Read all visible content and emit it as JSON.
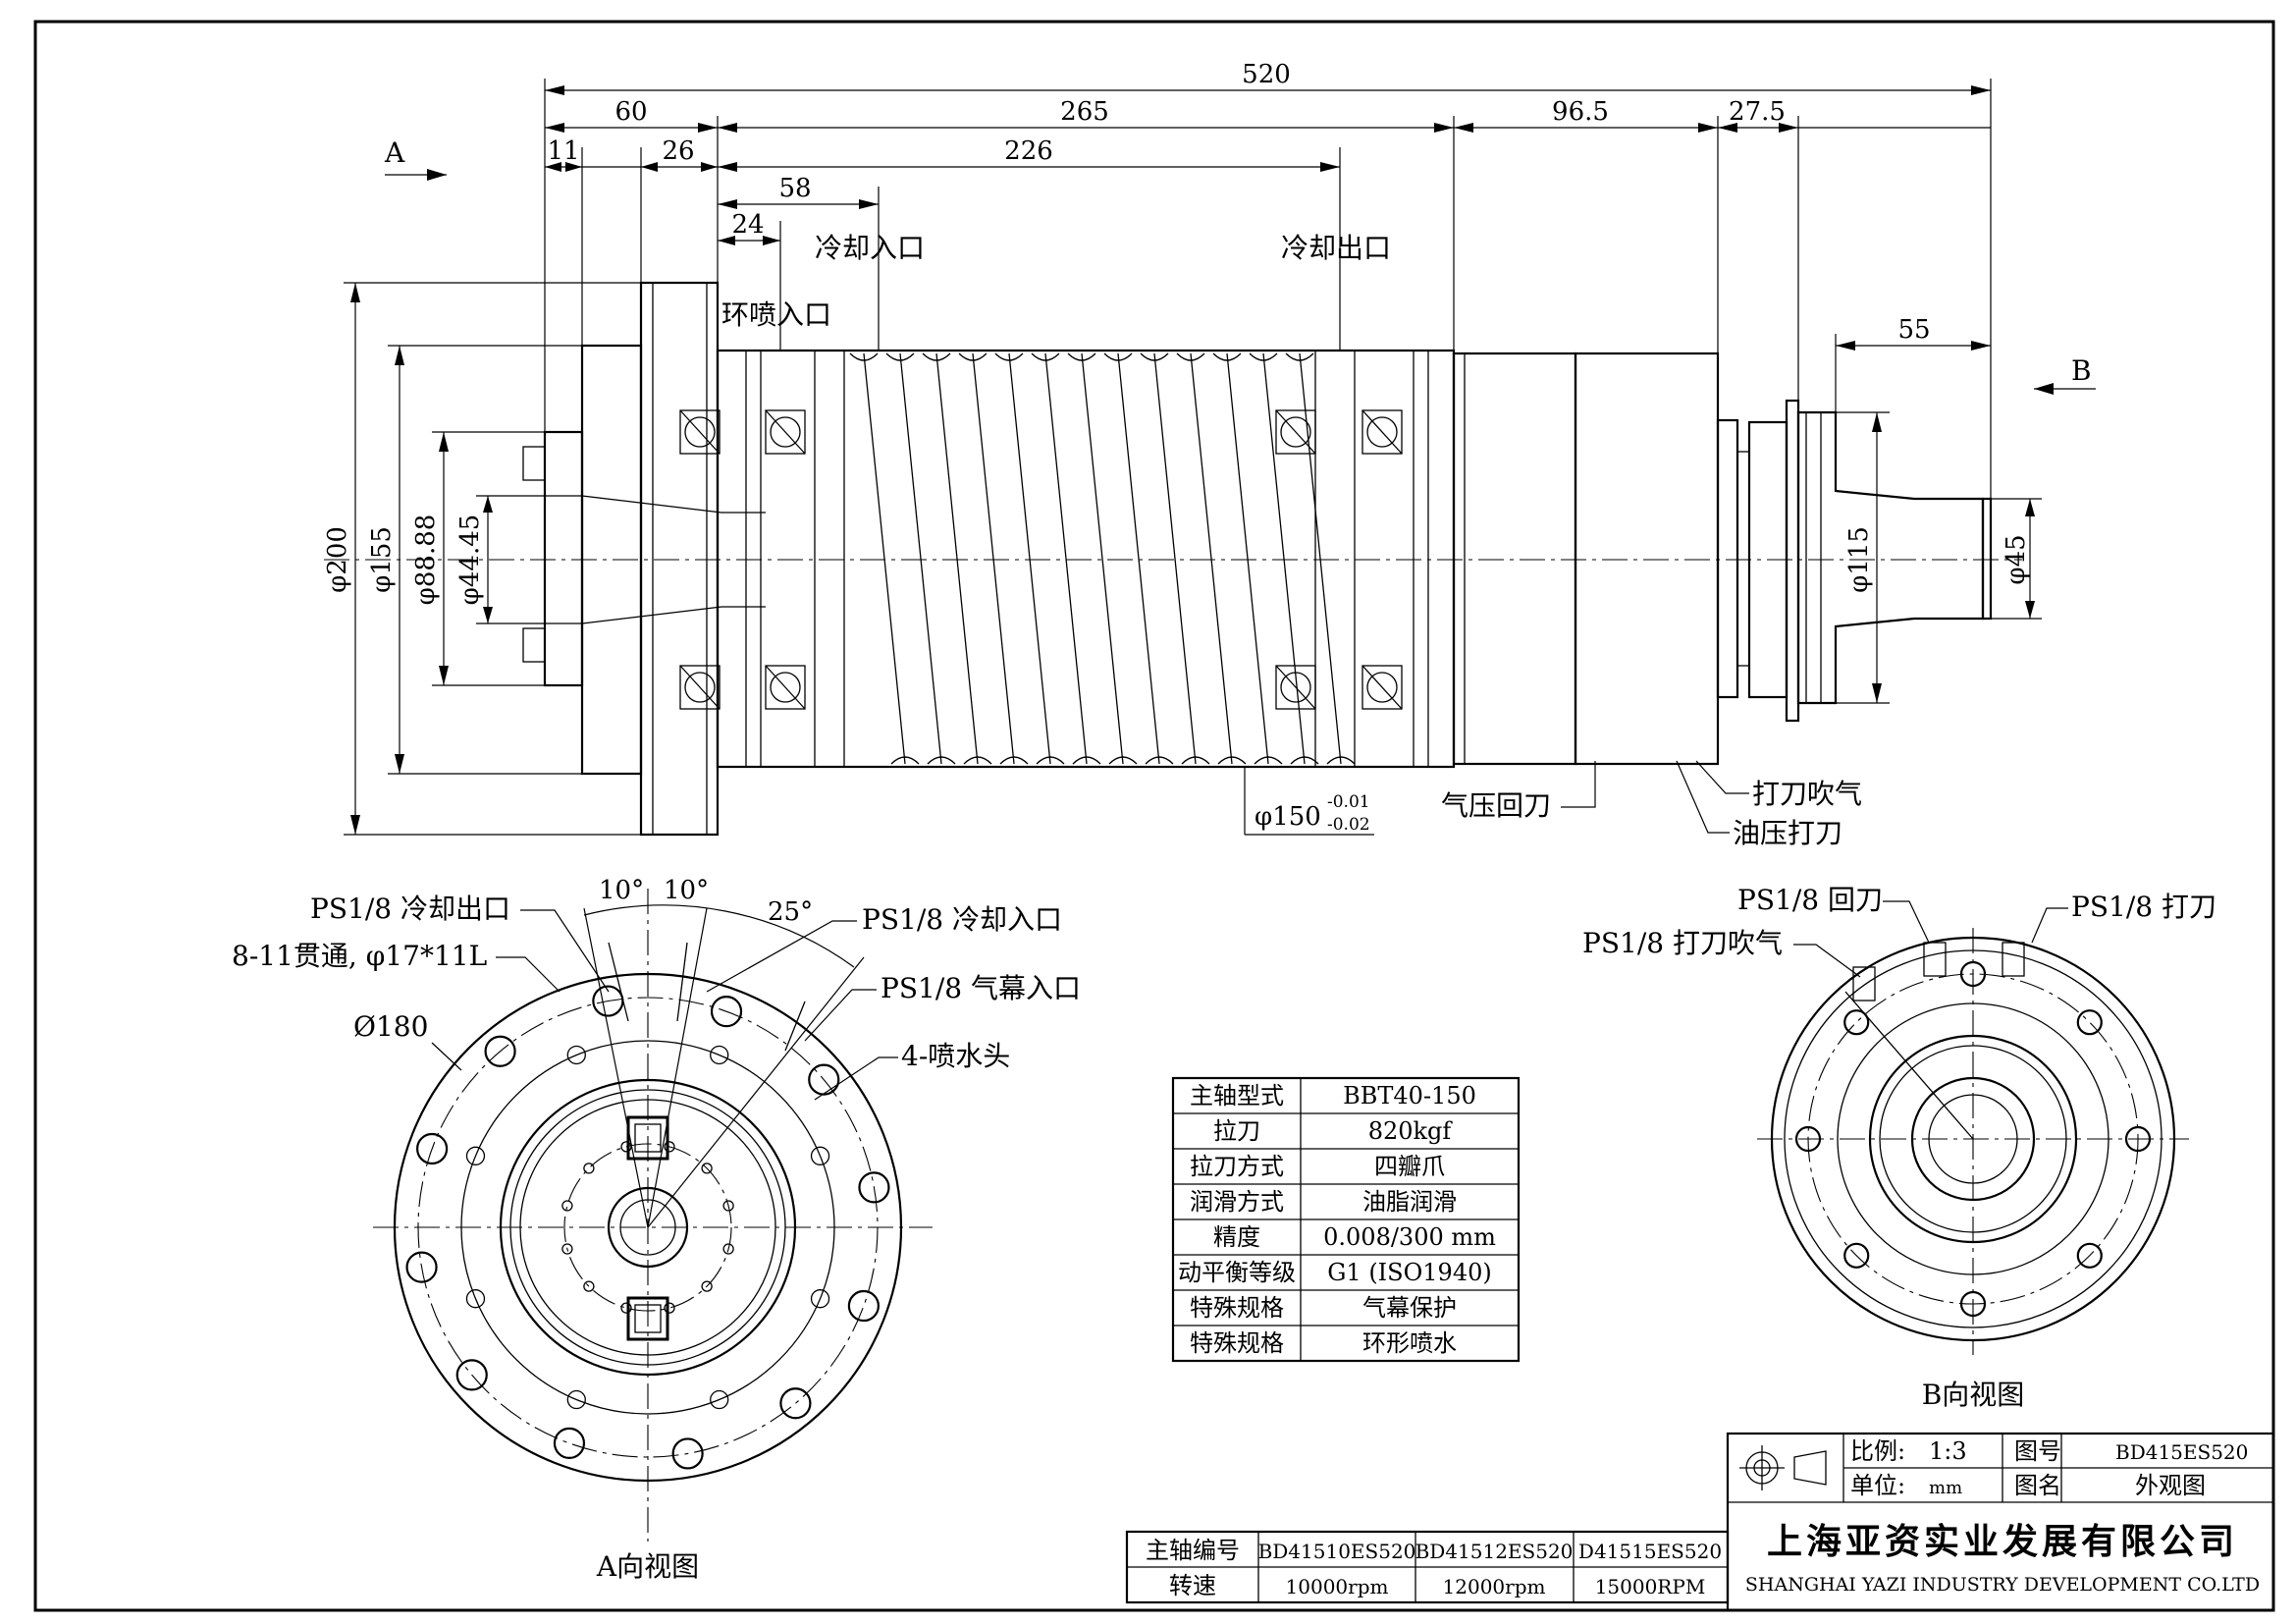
{
  "dims": {
    "overall": "520",
    "d60": "60",
    "d265": "265",
    "d96_5": "96.5",
    "d27_5": "27.5",
    "d11": "11",
    "d26": "26",
    "d226": "226",
    "d58": "58",
    "d24": "24",
    "d55": "55",
    "dia200": "φ200",
    "dia155": "φ155",
    "dia88": "φ88.88",
    "dia44": "φ44.45",
    "dia115": "φ115",
    "dia45": "φ45",
    "dia150": "φ150",
    "tol_upper": "-0.01",
    "tol_lower": "-0.02",
    "ang1": "10°",
    "ang2": "10°",
    "ang3": "25°",
    "dia180": "Ø180"
  },
  "labels": {
    "view_a_mark": "A",
    "view_b_mark": "B",
    "coolant_in": "冷却入口",
    "coolant_out": "冷却出口",
    "ring_spray_in": "环喷入口",
    "air_return": "气压回刀",
    "blow_air": "打刀吹气",
    "oil_release": "油压打刀",
    "ps_cool_out": "PS1/8 冷却出口",
    "ps_cool_in": "PS1/8 冷却入口",
    "through_holes": "8-11贯通, φ17*11L",
    "ps_air_curtain": "PS1/8 气幕入口",
    "spray_heads": "4-喷水头",
    "ps_return": "PS1/8 回刀",
    "ps_release": "PS1/8 打刀",
    "ps_blow": "PS1/8 打刀吹气",
    "view_a_title": "A向视图",
    "view_b_title": "B向视图"
  },
  "spec_table": [
    {
      "key": "主轴型式",
      "value": "BBT40-150"
    },
    {
      "key": "拉刀",
      "value": "820kgf"
    },
    {
      "key": "拉刀方式",
      "value": "四瓣爪"
    },
    {
      "key": "润滑方式",
      "value": "油脂润滑"
    },
    {
      "key": "精度",
      "value": "0.008/300 mm"
    },
    {
      "key": "动平衡等级",
      "value": "G1 (ISO1940)"
    },
    {
      "key": "特殊规格",
      "value": "气幕保护"
    },
    {
      "key": "特殊规格",
      "value": "环形喷水"
    }
  ],
  "model_table": {
    "row1_label": "主轴编号",
    "models": [
      "BD41510ES520",
      "BD41512ES520",
      "D41515ES520"
    ],
    "row2_label": "转速",
    "speeds": [
      "10000rpm",
      "12000rpm",
      "15000RPM"
    ]
  },
  "title_block": {
    "scale_label": "比例:",
    "scale": "1:3",
    "drawing_no_label": "图号",
    "drawing_no": "BD415ES520",
    "unit_label": "单位:",
    "unit": "mm",
    "drawing_name_label": "图名",
    "drawing_name": "外观图",
    "company_cn": "上海亚资实业发展有限公司",
    "company_en": "SHANGHAI YAZI INDUSTRY DEVELOPMENT CO.LTD"
  }
}
